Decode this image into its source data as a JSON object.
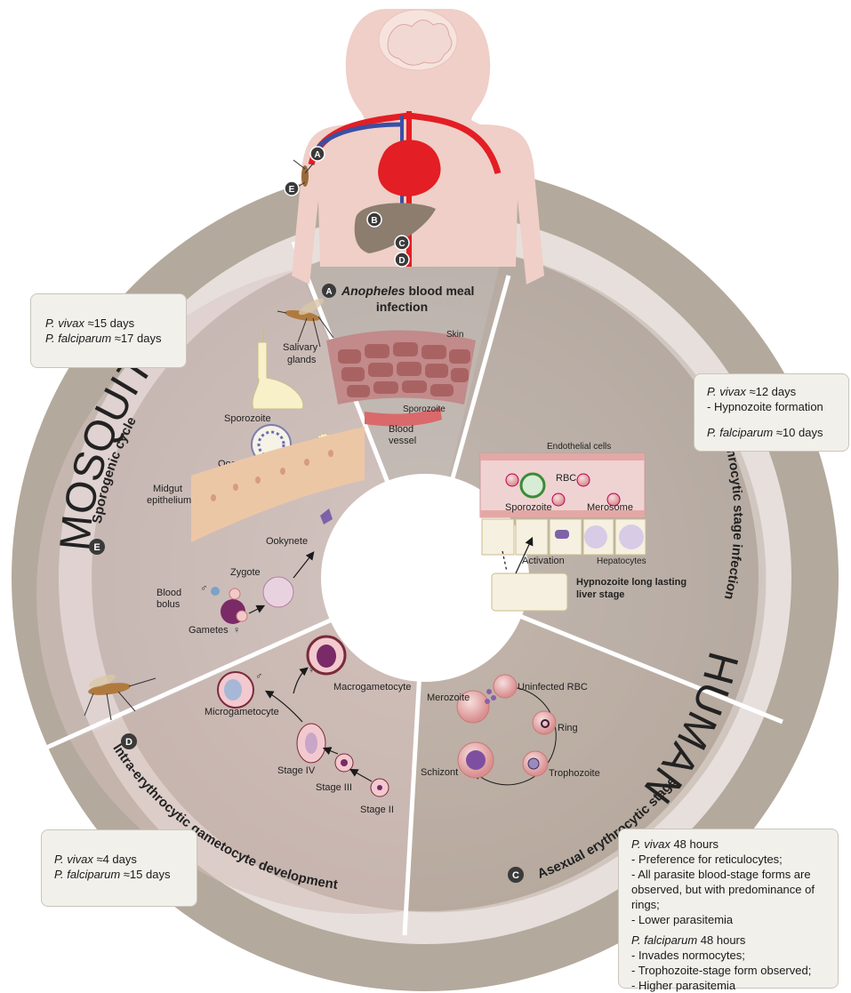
{
  "stages": {
    "A": {
      "badge": "A",
      "title_italic": "Anopheles",
      "title_rest": " blood meal",
      "title_line2": "infection"
    },
    "B": {
      "badge": "B",
      "title": "Pre-erythrocytic stage infection"
    },
    "C": {
      "badge": "C",
      "title": "Asexual erythrocytic stage"
    },
    "D": {
      "badge": "D",
      "title": "Intra-erythrocytic gametocyte development"
    },
    "E": {
      "badge": "E",
      "title": "Sporogenic cycle"
    }
  },
  "host_labels": {
    "mosquito": "MOSQUITO",
    "human": "HUMAN"
  },
  "body_markers": {
    "A": "A",
    "B": "B",
    "C": "C",
    "D": "D",
    "E": "E"
  },
  "labels": {
    "skin": "Skin",
    "sporozoite_skin": "Sporozoite",
    "blood_vessel_1": "Blood",
    "blood_vessel_2": "vessel",
    "endothelial": "Endothelial cells",
    "rbc": "RBC",
    "sporozoite_liver": "Sporozoite",
    "merosome": "Merosome",
    "activation": "Activation",
    "hepatocytes": "Hepatocytes",
    "hypnozoite_1": "Hypnozoite long lasting",
    "hypnozoite_2": "liver stage",
    "uninfected": "Uninfected RBC",
    "ring": "Ring",
    "trophozoite": "Trophozoite",
    "schizont": "Schizont",
    "merozoite": "Merozoite",
    "macrogametocyte": "Macrogametocyte",
    "microgametocyte": "Microgametocyte",
    "stage4": "Stage IV",
    "stage3": "Stage III",
    "stage2": "Stage II",
    "salivary_1": "Salivary",
    "salivary_2": "glands",
    "sporozoite_mosq": "Sporozoite",
    "oocyst": "Oocyst",
    "midgut_1": "Midgut",
    "midgut_2": "epithelium",
    "ookynete": "Ookynete",
    "zygote": "Zygote",
    "blood_bolus_1": "Blood",
    "blood_bolus_2": "bolus",
    "gametes": "Gametes",
    "male_symbol": "♂",
    "female_symbol": "♀"
  },
  "boxes": {
    "mosquito": {
      "line1_species": "P. vivax",
      "line1_rest": " ≈15 days",
      "line2_species": "P. falciparum",
      "line2_rest": " ≈17 days"
    },
    "pre_erythrocytic": {
      "line1_species": "P. vivax",
      "line1_rest": " ≈12 days",
      "line2": "- Hypnozoite formation",
      "line3_species": "P. falciparum",
      "line3_rest": " ≈10 days"
    },
    "gametocyte": {
      "line1_species": "P. vivax",
      "line1_rest": " ≈4 days",
      "line2_species": "P. falciparum",
      "line2_rest": " ≈15 days"
    },
    "asexual": {
      "vivax_species": "P. vivax",
      "vivax_rest": " 48 hours",
      "vivax_items": [
        "- Preference for reticulocytes;",
        "- All parasite blood-stage forms are",
        "observed, but with predominance of",
        "rings;",
        "- Lower parasitemia"
      ],
      "falciparum_species": "P. falciparum",
      "falciparum_rest": " 48 hours",
      "falciparum_items": [
        "- Invades normocytes;",
        "- Trophozoite-stage form observed;",
        "- Higher parasitemia"
      ]
    }
  },
  "colors": {
    "outer_ring": "#b5ab9e",
    "band": "#e6dedc",
    "inner_disc": "#cbbdb7",
    "body": "#f0d2cb",
    "artery": "#e31e24",
    "vein": "#3b4fa3",
    "liver": "#8d7d6f"
  }
}
